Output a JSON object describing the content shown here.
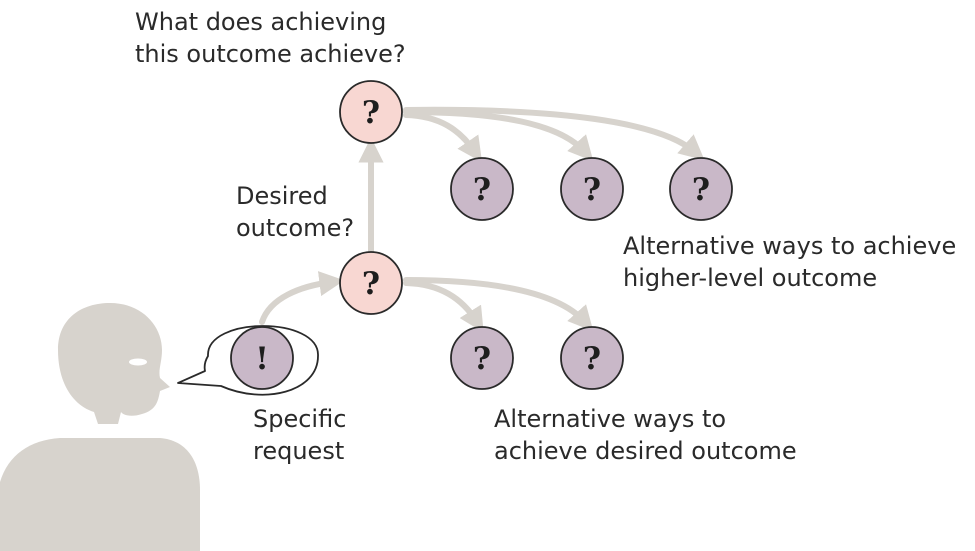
{
  "colors": {
    "background": "#ffffff",
    "person": "#d7d3cd",
    "arrow": "#d7d3cd",
    "text": "#2a2a2a",
    "node_pink_fill": "#f8d7d2",
    "node_purple_fill": "#c9b8c8",
    "node_stroke": "#2a2a2a"
  },
  "icons": {
    "person": "person-silhouette-icon",
    "speech": "speech-bubble-icon"
  },
  "glyphs": {
    "question": "?",
    "exclamation": "!"
  },
  "labels": {
    "top_question": {
      "line1": "What does achieving",
      "line2": "this outcome achieve?"
    },
    "desired_outcome": {
      "line1": "Desired",
      "line2": "outcome?"
    },
    "higher_alternatives": {
      "line1": "Alternative ways to achieve",
      "line2": "higher-level outcome"
    },
    "specific_request": {
      "line1": "Specific",
      "line2": "request"
    },
    "desired_alternatives": {
      "line1": "Alternative ways to",
      "line2": "achieve desired outcome"
    }
  }
}
